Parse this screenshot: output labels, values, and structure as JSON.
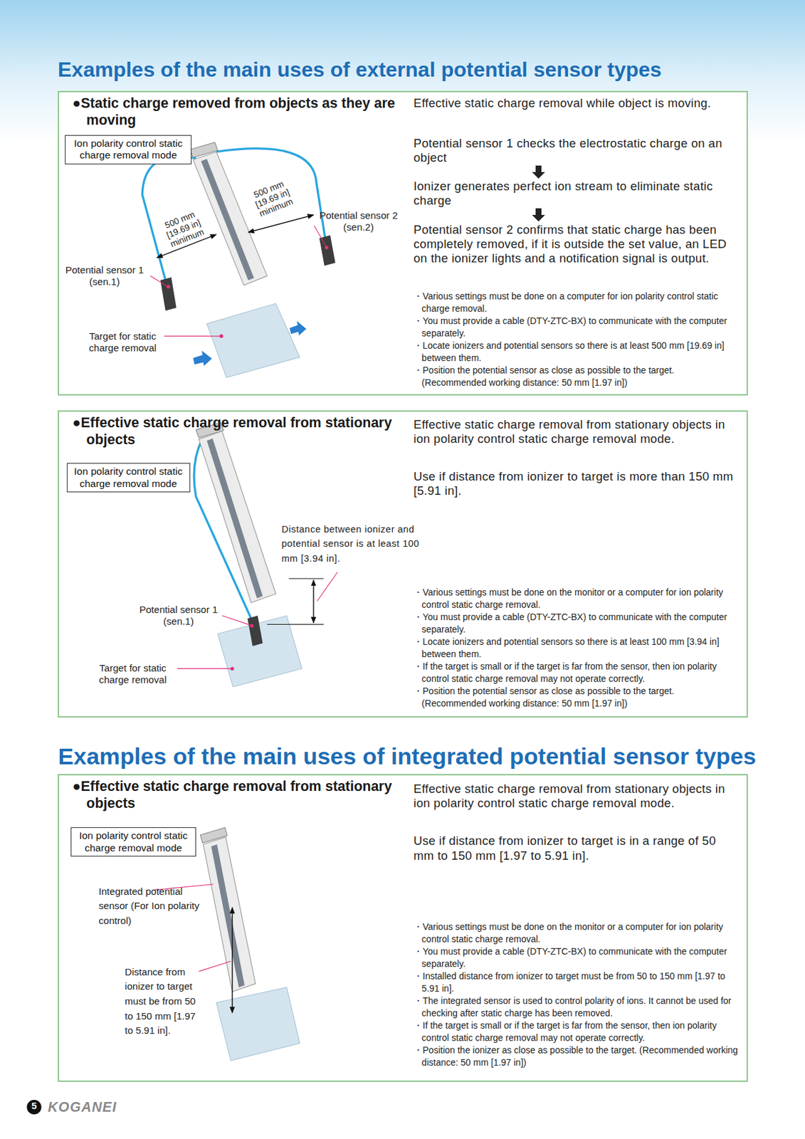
{
  "diagram": {
    "title": "Examples of the main uses of external potential sensor types",
    "nodes": [
      {
        "text": [
          "●Static charge removed from objects as they are moving",
          "Effective static charge removal while object is moving.",
          "Potential sensor 1 checks the electrostatic charge on an object",
          "Ionizer generates perfect ion stream to eliminate static charge",
          "Potential sensor 2 confirms that static charge has been completely removed, if it is outside the set value, an LED on the ionizer lights and a notification signal is output.",
          "・Various settings must be done on a computer for ion polarity control static charge removal.",
          "・You must provide a cable (DTY-ZTC-BX) to communicate with the computer separately.",
          "・Locate ionizers and potential sensors so there is at least 500 mm [19.69 in] between them.",
          "・Position the potential sensor as close as possible to the target. (Recommended working distance: 50 mm [1.97 in])"
        ]
      },
      {
        "text": [
          "Ion polarity control static charge removal mode"
        ],
        "in": 0
      },
      {
        "text": [
          "●Effective static charge removal from stationary objects",
          "Effective static charge removal from stationary objects in ion polarity control static charge removal mode.",
          "Use if distance from ionizer to target is more than 150 mm [5.91 in].",
          "・Various settings must be done on the monitor or a computer for ion polarity control static charge removal.",
          "・You must provide a cable (DTY-ZTC-BX) to communicate with the computer separately.",
          "・Locate ionizers and potential sensors so there is at least 100 mm [3.94 in] between them.",
          "・If the target is small or if the target is far from the sensor, then ion polarity control static charge removal may not operate correctly.",
          "・Position the potential sensor as close as possible to the target. (Recommended working distance: 50 mm [1.97 in])"
        ]
      },
      {
        "text": [
          "Ion polarity control static charge removal mode"
        ],
        "in": 2
      },
      {
        "text": [
          "●Effective static charge removal from stationary objects",
          "Effective static charge removal from stationary objects in ion polarity control static charge removal mode.",
          "Use if distance from ionizer to target is in a range of 50 mm to 150 mm [1.97 to 5.91 in].",
          "・Various settings must be done on the monitor or a computer for ion polarity control static charge removal.",
          "・You must provide a cable (DTY-ZTC-BX) to communicate with the computer separately.",
          "・Installed distance from ionizer to target must be from 50 to 150 mm [1.97 to 5.91 in].",
          "・The integrated sensor is used to control polarity of ions. It cannot be used for checking after static charge has been removed.",
          "・If the target is small or if the target is far from the sensor, then ion polarity control static charge removal may not operate correctly.",
          "・Position the ionizer as close as possible to the target. (Recommended working distance: 50 mm [1.97 in])"
        ]
      },
      {
        "text": [
          "Ion polarity control static charge removal mode"
        ],
        "in": 4
      }
    ],
    "labels": [
      "Examples of the main uses of integrated potential sensor types",
      "500 mm [19.69 in] minimum",
      "500 mm [19.69 in] minimum",
      "Potential sensor 2 (sen.2)",
      "Potential sensor 1 (sen.1)",
      "Target for static charge removal",
      "Distance between ionizer and potential sensor is at least 100 mm [3.94 in].",
      "Potential sensor 1 (sen.1)",
      "Target for static charge removal",
      "Integrated potential sensor (For Ion polarity control)",
      "Distance from ionizer to target must be from 50 to 150 mm [1.97 to 5.91 in].",
      "5",
      "KOGANEI"
    ]
  }
}
